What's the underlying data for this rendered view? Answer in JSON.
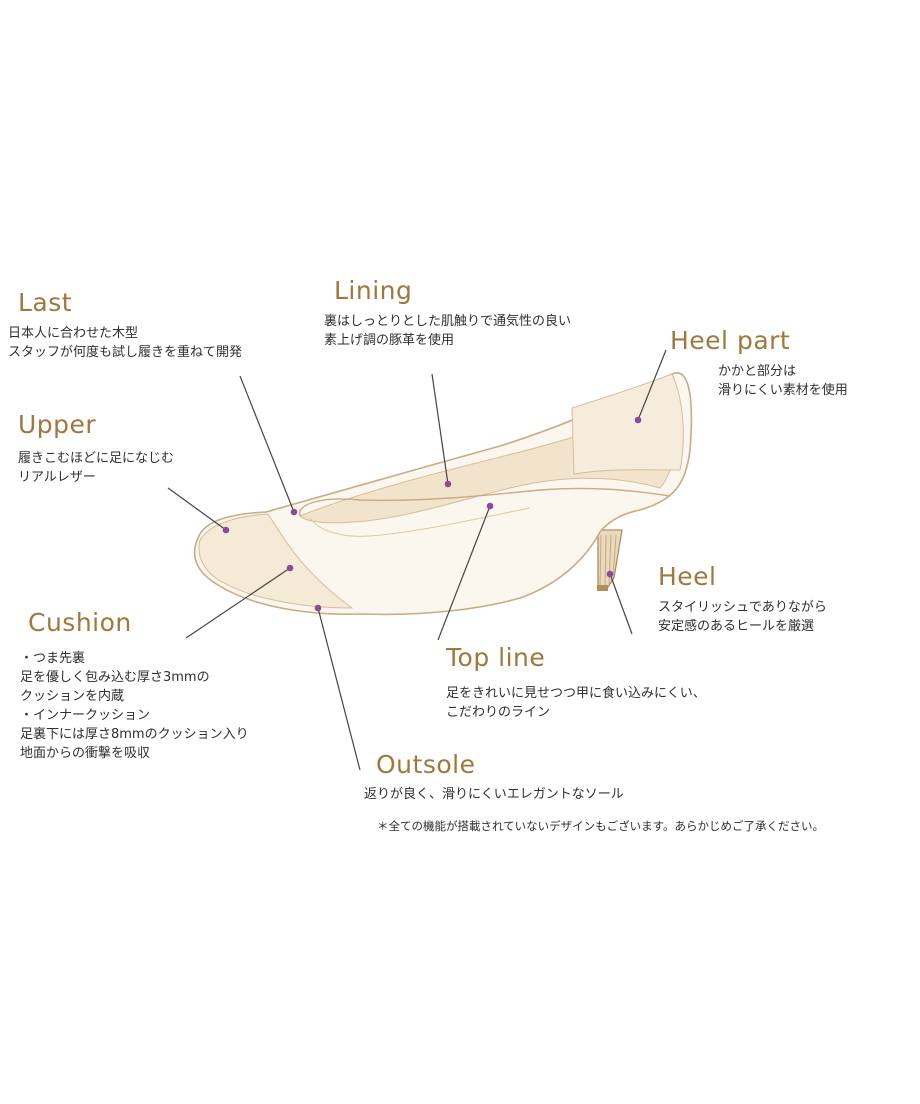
{
  "parts": [
    {
      "id": "last",
      "title": "Last",
      "lines": [
        "日本人に合わせた木型",
        "スタッフが何度も試し履きを重ねて開発"
      ]
    },
    {
      "id": "lining",
      "title": "Lining",
      "lines": [
        "裏はしっとりとした肌触りで通気性の良い",
        "素上げ調の豚革を使用"
      ]
    },
    {
      "id": "heel_part",
      "title": "Heel part",
      "lines": [
        "かかと部分は",
        "滑りにくい素材を使用"
      ]
    },
    {
      "id": "upper",
      "title": "Upper",
      "lines": [
        "履きこむほどに足になじむ",
        "リアルレザー"
      ]
    },
    {
      "id": "heel",
      "title": "Heel",
      "lines": [
        "スタイリッシュでありながら",
        "安定感のあるヒールを厳選"
      ]
    },
    {
      "id": "cushion",
      "title": "Cushion",
      "lines": [
        "・つま先裏",
        "足を優しく包み込む厚さ3mmの",
        "クッションを内蔵",
        "・インナークッション",
        "足裏下には厚さ8mmのクッション入り",
        "地面からの衝撃を吸収"
      ]
    },
    {
      "id": "top_line",
      "title": "Top line",
      "lines": [
        "足をきれいに見せつつ甲に食い込みにくい、",
        "こだわりのライン"
      ]
    },
    {
      "id": "outsole",
      "title": "Outsole",
      "lines": [
        "返りが良く、滑りにくいエレガントなソール"
      ]
    }
  ],
  "footnote": "＊全ての機能が搭載されていないデザインもございます。あらかじめご了承ください。",
  "colors": {
    "title": "#a0773d",
    "marker": "#8b4a9c",
    "outline": "#c9ab85",
    "leader": "#444444"
  }
}
